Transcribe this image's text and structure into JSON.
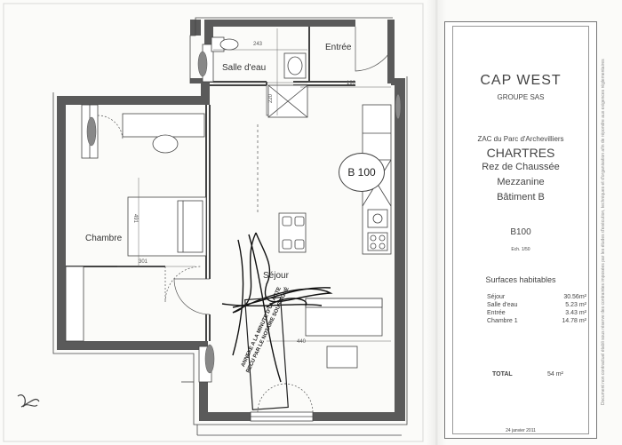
{
  "rooms": {
    "entree": "Entrée",
    "salle_deau": "Salle d'eau",
    "chambre": "Chambre",
    "sejour": "Séjour"
  },
  "unit_badge": "B 100",
  "dimensions": {
    "d243": "243",
    "d190": "190",
    "d220": "220",
    "d491": "491",
    "d301": "301",
    "d440": "440"
  },
  "stamp": {
    "line1": "ANNEXÉ A LA MINUTE D'UN ACTE",
    "line2": "RECU PAR LE NOTAIRE SOUSSIGNÉ"
  },
  "title_block": {
    "company": "CAP WEST",
    "company_sub": "GROUPE SAS",
    "zac": "ZAC du Parc d'Archevilliers",
    "city": "CHARTRES",
    "level1": "Rez de Chaussée",
    "level2": "Mezzanine",
    "building": "Bâtiment B",
    "unit_code": "B100",
    "scale": "Ech. 1/50",
    "surfaces_title": "Surfaces habitables",
    "surfaces": [
      {
        "name": "Séjour",
        "value": "30.56m²"
      },
      {
        "name": "Salle d'eau",
        "value": "5.23 m²"
      },
      {
        "name": "Entrée",
        "value": "3.43 m²"
      },
      {
        "name": "Chambre 1",
        "value": "14.78 m²"
      }
    ],
    "total_label": "TOTAL",
    "total_value": "54 m²",
    "date": "24 janvier 2011",
    "side_notice": "Document non contractuel établi sous réserve des contraintes imposées par les études d'exécution, techniques et d'organisation afin de répondre aux exigences réglementaires"
  },
  "colors": {
    "wall": "#555555",
    "wall_dark": "#3a3a3a",
    "line": "#444444",
    "paper": "#fbfbf9"
  }
}
